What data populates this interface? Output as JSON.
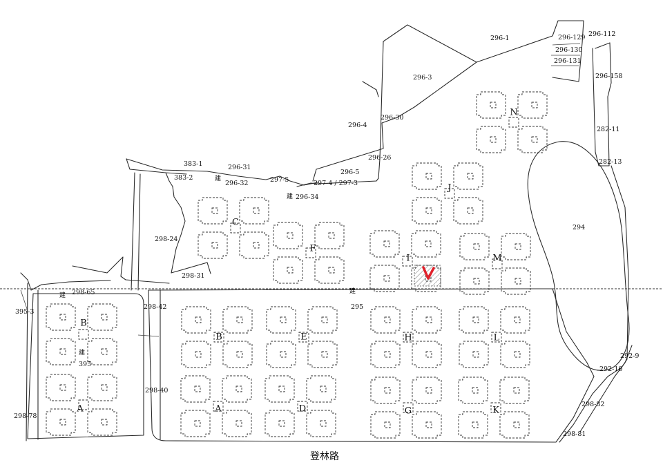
{
  "road_label": "登林路",
  "building_mark_char": "建",
  "highlight_mark": "V",
  "colors": {
    "line": "#2b2b2b",
    "highlight": "#e0202a",
    "background": "#ffffff"
  },
  "parcel_labels": [
    {
      "id": "296-1",
      "text": "296-1"
    },
    {
      "id": "296-129",
      "text": "296-129"
    },
    {
      "id": "296-130",
      "text": "296-130"
    },
    {
      "id": "296-131",
      "text": "296-131"
    },
    {
      "id": "296-112",
      "text": "296-112"
    },
    {
      "id": "296-158",
      "text": "296-158"
    },
    {
      "id": "296-3",
      "text": "296-3"
    },
    {
      "id": "296-30",
      "text": "296-30"
    },
    {
      "id": "296-4",
      "text": "296-4"
    },
    {
      "id": "282-11",
      "text": "282-11"
    },
    {
      "id": "282-13",
      "text": "282-13"
    },
    {
      "id": "296-26",
      "text": "296-26"
    },
    {
      "id": "296-5",
      "text": "296-5"
    },
    {
      "id": "297-4-3",
      "text": "297-4 / 297-3"
    },
    {
      "id": "297-5",
      "text": "297-5"
    },
    {
      "id": "296-31",
      "text": "296-31"
    },
    {
      "id": "296-32",
      "text": "296-32"
    },
    {
      "id": "383-1",
      "text": "383-1"
    },
    {
      "id": "383-2",
      "text": "383-2"
    },
    {
      "id": "296-34",
      "text": "296-34"
    },
    {
      "id": "294",
      "text": "294"
    },
    {
      "id": "298-24",
      "text": "298-24"
    },
    {
      "id": "298-31",
      "text": "298-31"
    },
    {
      "id": "298-65",
      "text": "298-65"
    },
    {
      "id": "395-3",
      "text": "395-3"
    },
    {
      "id": "298-42",
      "text": "298-42"
    },
    {
      "id": "295",
      "text": "295"
    },
    {
      "id": "395",
      "text": "395"
    },
    {
      "id": "298-40",
      "text": "298-40"
    },
    {
      "id": "298-78",
      "text": "298-78"
    },
    {
      "id": "292-9",
      "text": "292-9"
    },
    {
      "id": "292-10",
      "text": "292-10"
    },
    {
      "id": "298-82",
      "text": "298-82"
    },
    {
      "id": "298-81",
      "text": "298-81"
    }
  ],
  "blocks": [
    "N",
    "J",
    "C",
    "F",
    "I",
    "M",
    "B",
    "B",
    "E",
    "H",
    "L",
    "A",
    "A",
    "D",
    "G",
    "K"
  ]
}
